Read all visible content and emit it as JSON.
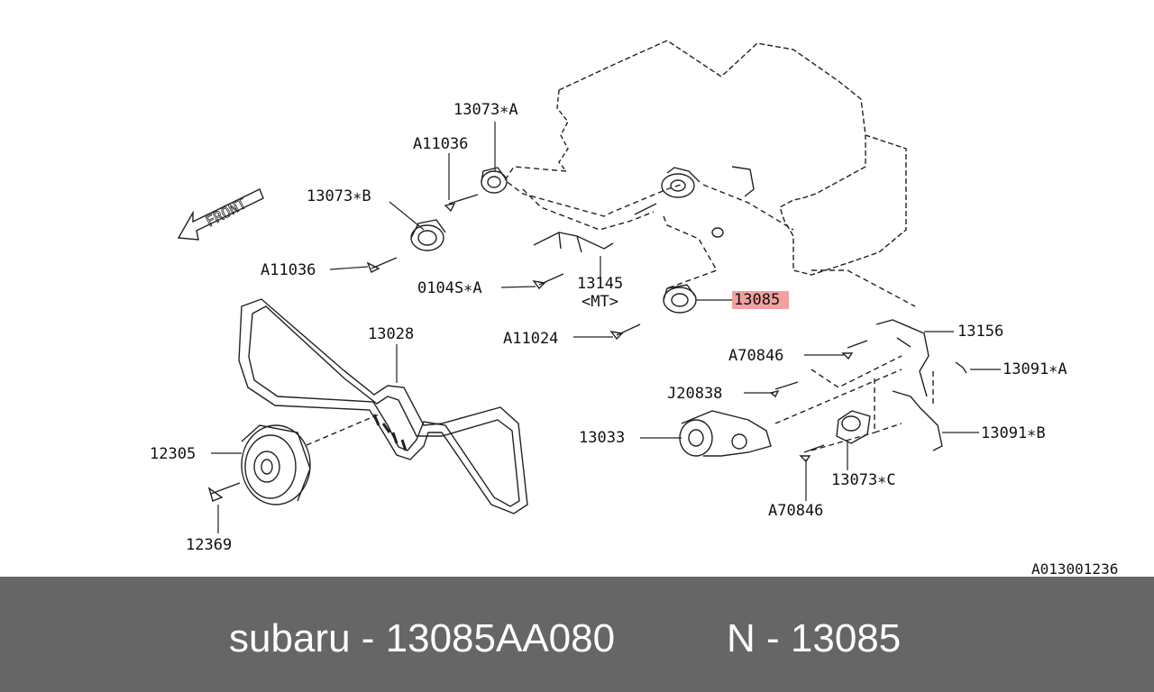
{
  "diagram": {
    "direction_label": "FRONT",
    "ref_code": "A013001236",
    "highlight_color": "#f2a0a0",
    "labels": {
      "l13073a": "13073∗A",
      "a11036_top": "A11036",
      "l13073b": "13073∗B",
      "a11036_left": "A11036",
      "l0104s": "0104S∗A",
      "l13145": "13145",
      "mt": "<MT>",
      "l13085": "13085",
      "a11024": "A11024",
      "l13028": "13028",
      "l13156": "13156",
      "a70846_top": "A70846",
      "l13091a": "13091∗A",
      "j20838": "J20838",
      "l13033": "13033",
      "l13091b": "13091∗B",
      "l12305": "12305",
      "l13073c": "13073∗C",
      "a70846_bot": "A70846",
      "l12369": "12369"
    }
  },
  "footer": {
    "part": "subaru - 13085AA080",
    "number": "N - 13085",
    "background": "#666666"
  }
}
